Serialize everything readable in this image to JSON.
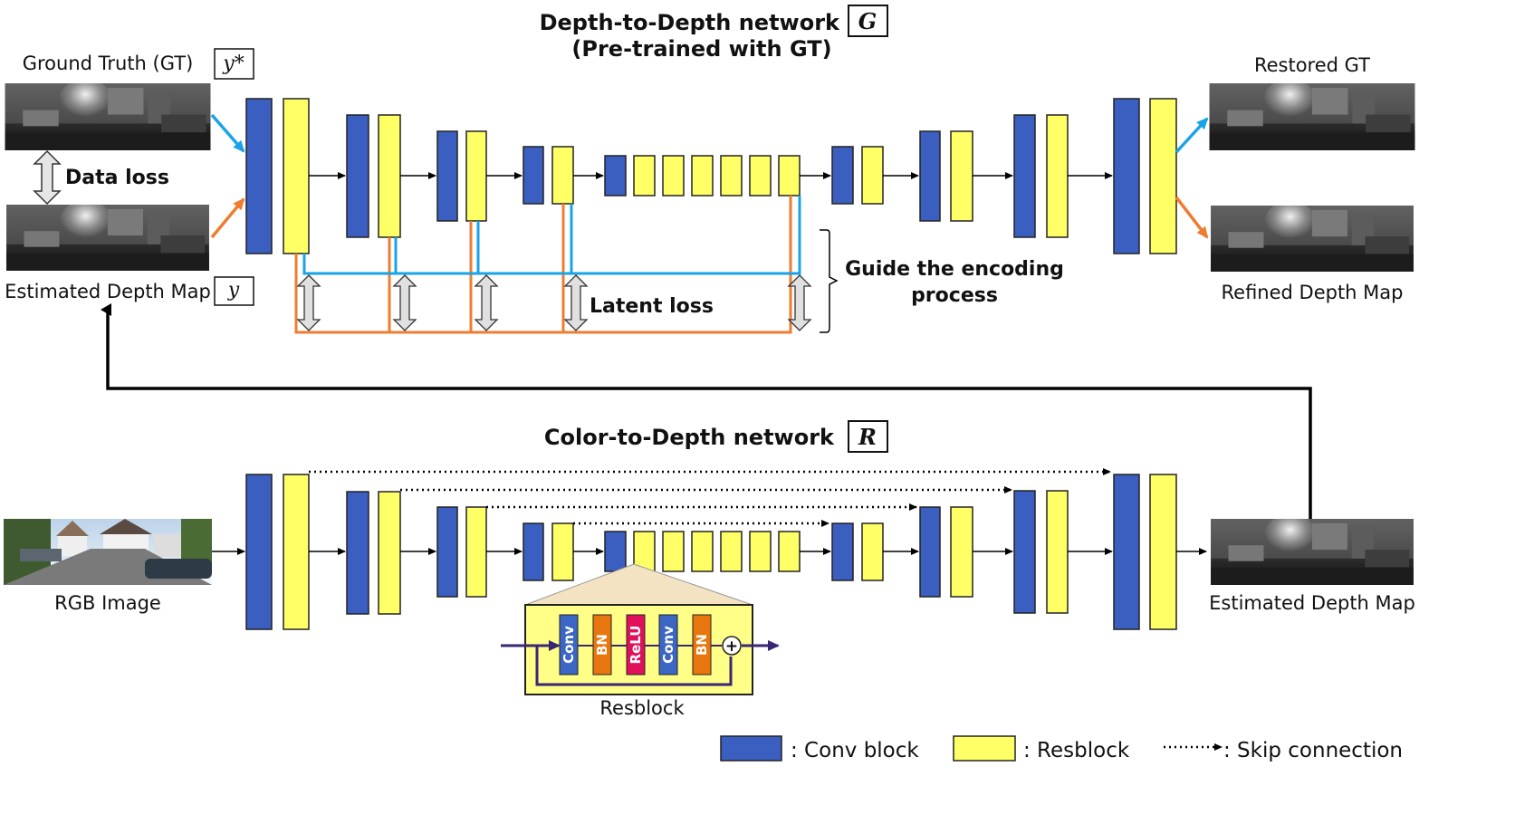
{
  "top_network": {
    "title": "Depth-to-Depth network",
    "symbol": "G",
    "subtitle": "(Pre-trained with GT)"
  },
  "bottom_network": {
    "title": "Color-to-Depth network",
    "symbol": "R"
  },
  "labels": {
    "ground_truth": "Ground Truth (GT)",
    "ground_truth_symbol": "y*",
    "estimated_depth_left": "Estimated Depth Map",
    "estimated_symbol": "y",
    "data_loss": "Data loss",
    "latent_loss": "Latent loss",
    "guide_line1": "Guide the encoding",
    "guide_line2": "process",
    "restored_gt": "Restored GT",
    "refined_depth": "Refined Depth Map",
    "rgb_image": "RGB Image",
    "estimated_depth_right": "Estimated Depth Map"
  },
  "resblock_detail": {
    "caption": "Resblock",
    "layers": [
      "Conv",
      "BN",
      "ReLU",
      "Conv",
      "BN"
    ],
    "add_symbol": "+"
  },
  "legend": {
    "conv": ": Conv block",
    "res": ": Resblock",
    "skip": ": Skip connection"
  },
  "colors": {
    "conv": "#3b5fc0",
    "res": "#ffff66",
    "gt_arrow": "#1aa3e6",
    "est_arrow": "#ee7d31",
    "conv_layer": "#3b66c4",
    "bn_layer": "#e8760e",
    "relu_layer": "#e0105a",
    "resblock_bg": "#ffff88",
    "flow_arrow": "#3a2673"
  }
}
